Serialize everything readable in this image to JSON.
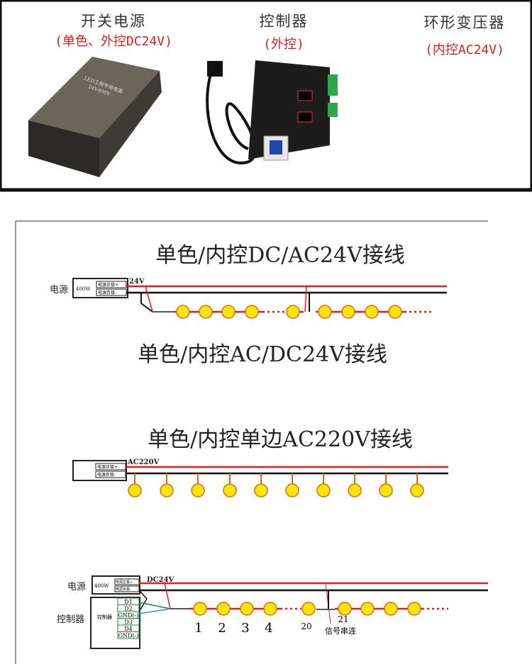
{
  "products": [
    {
      "title": "开关电源",
      "subtitle": "(单色、外控DC24V)"
    },
    {
      "title": "控制器",
      "subtitle": "(外控)"
    },
    {
      "title": "环形变压器",
      "subtitle": "(内控AC24V)"
    }
  ],
  "psu_label": "LED工程专用电源",
  "psu_model": "24V400V",
  "diagrams": {
    "d1": {
      "title": "单色/内控DC/AC24V接线",
      "source": "电源",
      "watt": "400W",
      "pos": "电源正极+",
      "neg": "电源负极-",
      "voltage": "24V"
    },
    "d2": {
      "title": "单色/内控AC/DC24V接线"
    },
    "d3": {
      "title": "单色/内控单边AC220V接线",
      "pos": "电源正极+",
      "neg": "电源负极-",
      "voltage": "AC220V"
    },
    "d4": {
      "source": "电源",
      "watt": "400W",
      "pos": "电源正极+",
      "neg": "电源负极-",
      "voltage": "DC24V",
      "controller": "控制器",
      "controller_inner": "控制器",
      "pins": [
        "D1",
        "D2",
        "GND(-)",
        "D3",
        "D4",
        "GND(-)"
      ],
      "numbers": [
        "1",
        "2",
        "3",
        "4"
      ],
      "n20": "20",
      "n21": "21",
      "cascade": "信号串连"
    }
  },
  "colors": {
    "red": "#e0201c",
    "bulb": "#ffe600",
    "bulb_stroke": "#e8661a",
    "green": "#1f8a3a",
    "blue": "#2a8fd8"
  }
}
